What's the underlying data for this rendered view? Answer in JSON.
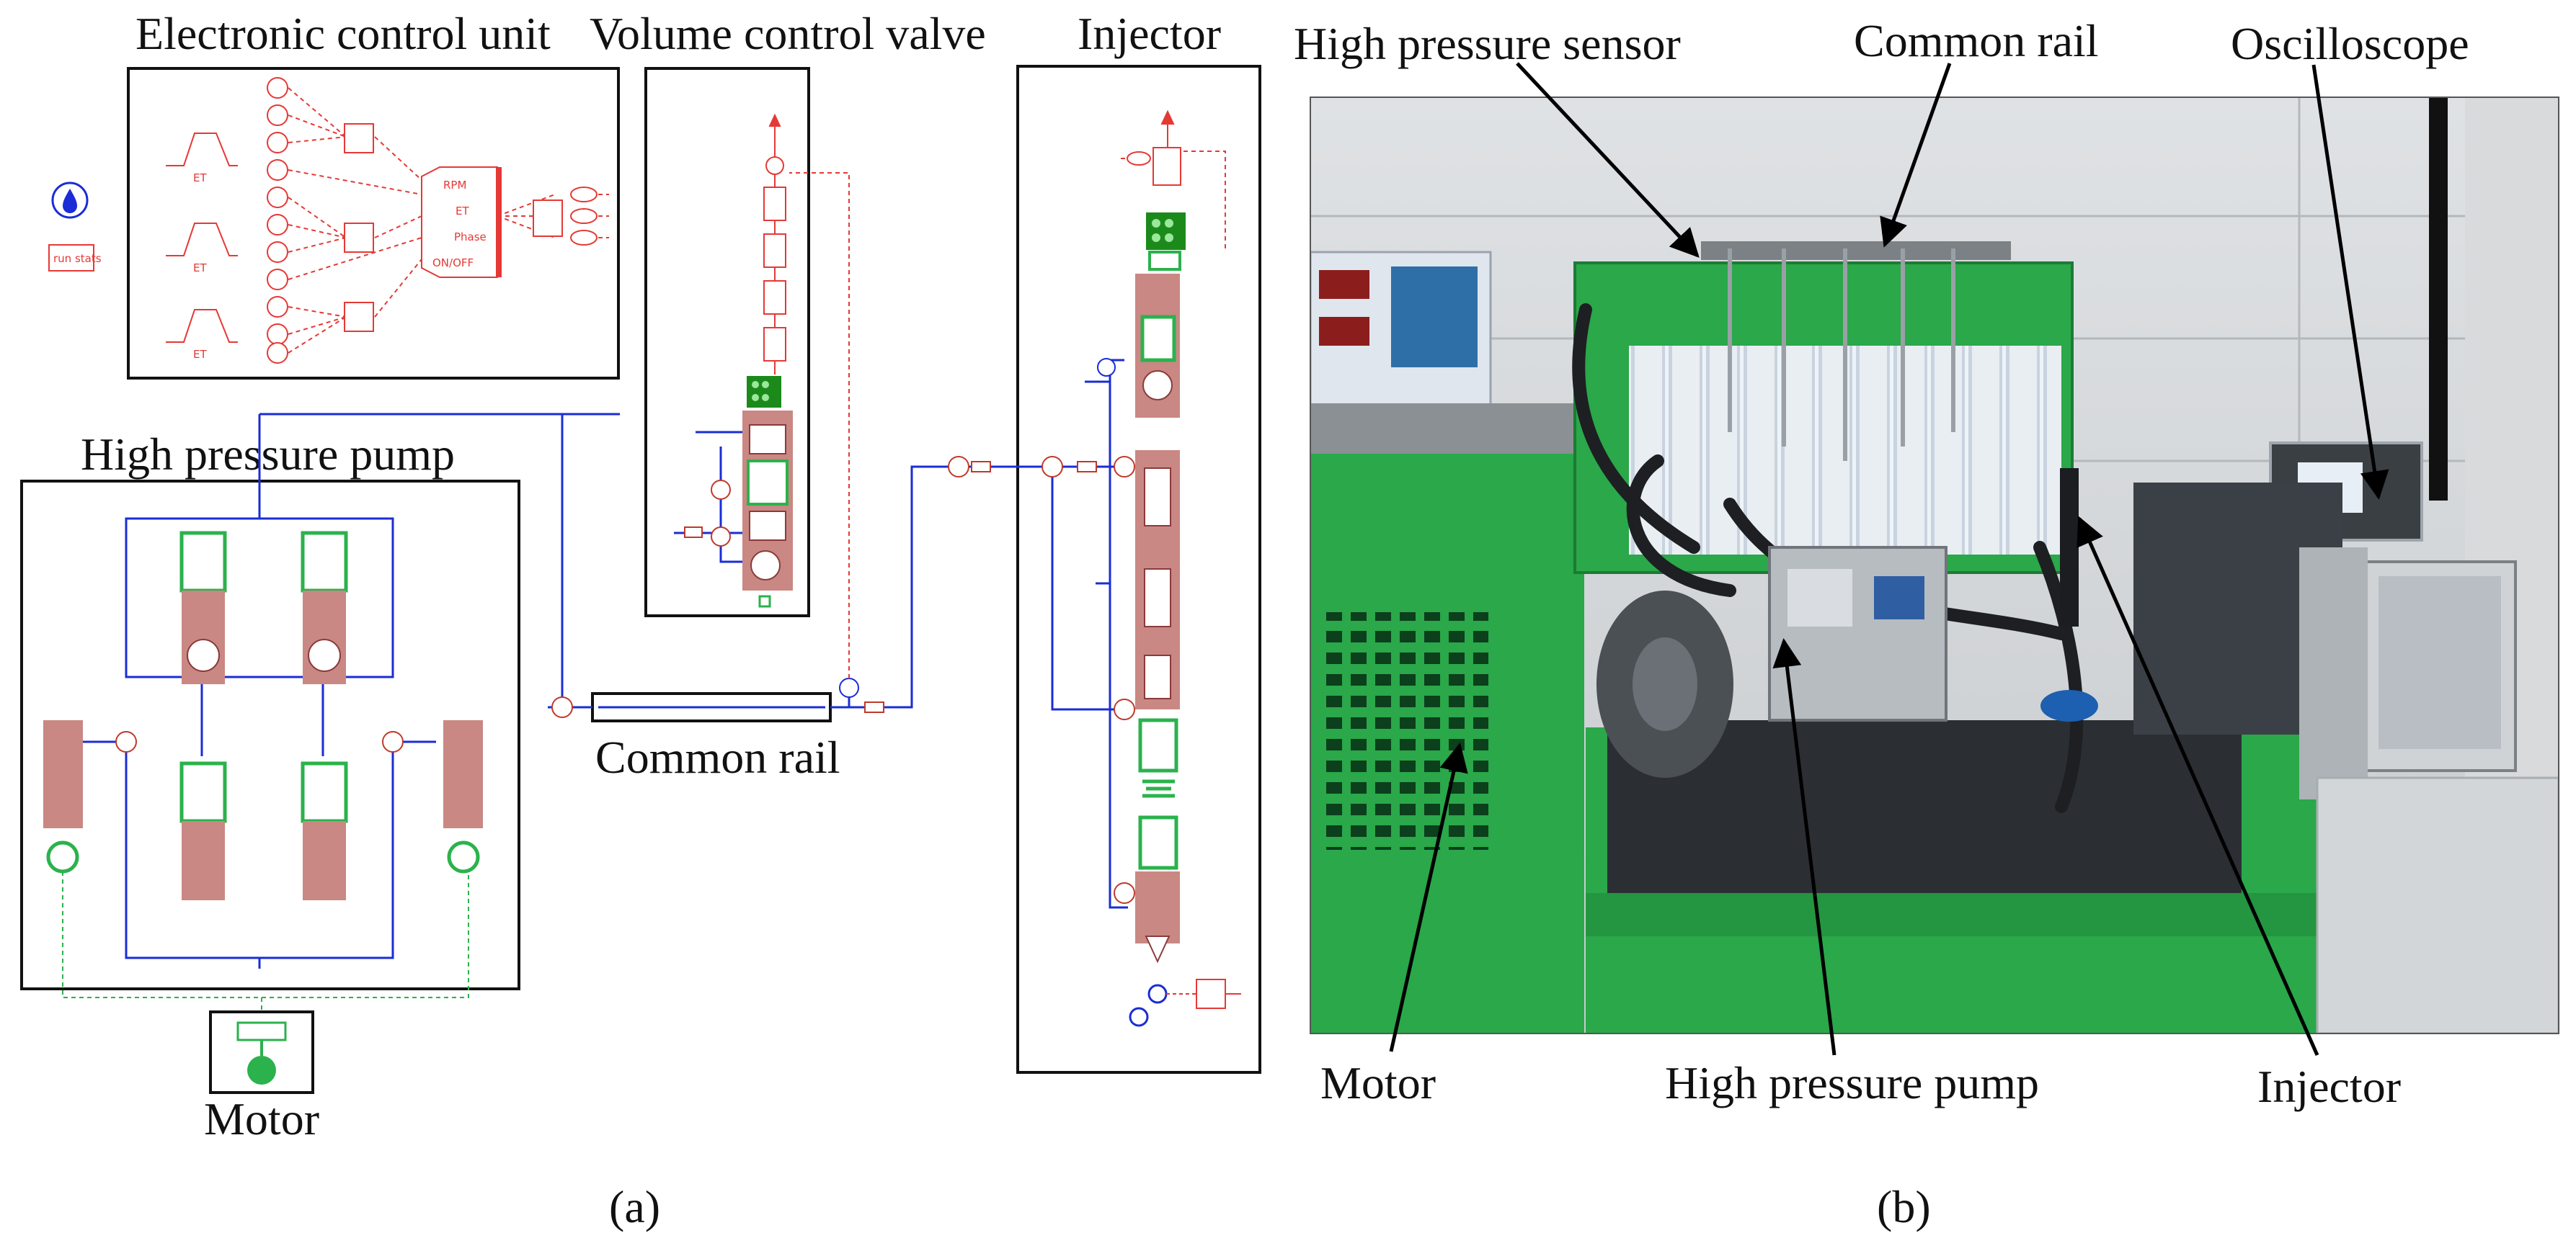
{
  "panel_a": {
    "tag": "(a)",
    "ecu_title": "Electronic control unit",
    "vcv_title": "Volume control valve",
    "injector_title": "Injector",
    "hpp_title": "High pressure pump",
    "rail_label": "Common rail",
    "motor_label": "Motor",
    "run_stats": "run stats",
    "ecu_ports": [
      "RPM",
      "ET",
      "Phase",
      "ON/OFF"
    ],
    "et_marks": [
      "ET",
      "ET",
      "ET"
    ]
  },
  "panel_b": {
    "tag": "(b)",
    "labels": {
      "high_pressure_sensor": "High pressure sensor",
      "common_rail": "Common rail",
      "oscilloscope": "Oscilloscope",
      "motor": "Motor",
      "high_pressure_pump": "High pressure pump",
      "injector": "Injector"
    }
  },
  "colors": {
    "hydraulic_line": "#1a2dd6",
    "control_signal": "#e53935",
    "piston_body": "#c98883",
    "spring_green": "#2bb24c",
    "test_bench_green": "#2aa84a"
  }
}
